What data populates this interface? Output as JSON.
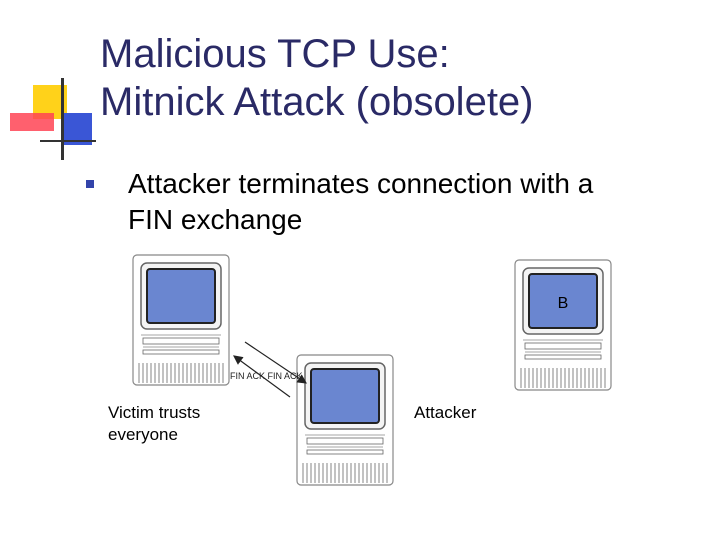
{
  "slide": {
    "title_lines": [
      "Malicious TCP Use:",
      "Mitnick Attack (obsolete)"
    ],
    "bullet_lines": [
      "Attacker terminates connection with a",
      "FIN exchange"
    ]
  },
  "diagram": {
    "nodes": {
      "victim": {
        "screen_label": "",
        "caption_lines": [
          "Victim trusts",
          "everyone"
        ]
      },
      "b": {
        "screen_label": "B",
        "caption_lines": []
      },
      "attacker": {
        "screen_label": "",
        "caption_lines": [
          "Attacker"
        ]
      }
    },
    "arrows": {
      "label": "FIN ACK FIN ACK"
    },
    "colors": {
      "screen": "#6a86d0",
      "title": "#2a2a66",
      "deco_yellow": "#ffd21a",
      "deco_red": "#ff3344",
      "deco_blue": "#3a56d6"
    }
  }
}
